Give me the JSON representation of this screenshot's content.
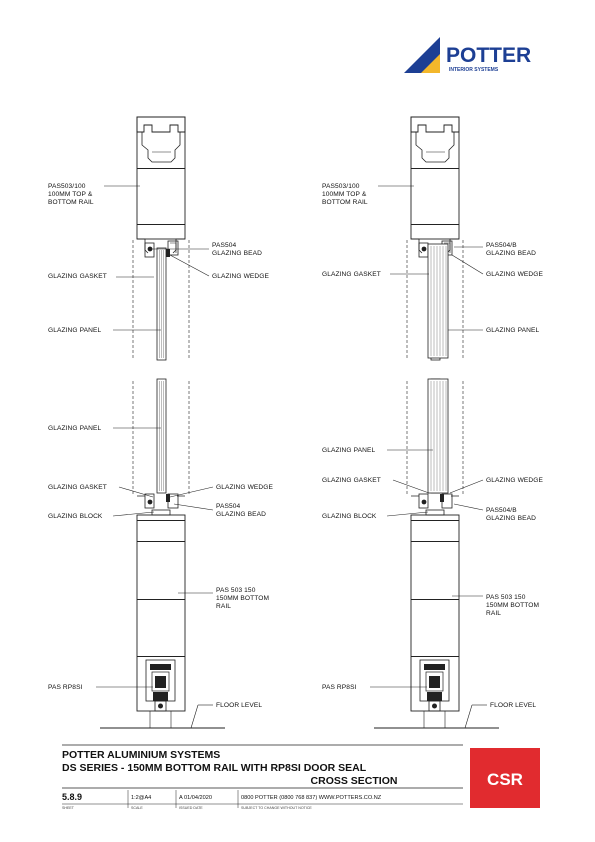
{
  "logo": {
    "word": "POTTER",
    "sub": "INTERIOR SYSTEMS"
  },
  "left": {
    "top_rail": [
      "PAS503/100",
      "100MM TOP &",
      "BOTTOM RAIL"
    ],
    "bead_top": [
      "PAS504",
      "GLAZING BEAD"
    ],
    "gasket_top": "GLAZING GASKET",
    "wedge_top": "GLAZING WEDGE",
    "panel_top": "GLAZING PANEL",
    "panel_bottom": "GLAZING PANEL",
    "gasket_bottom": "GLAZING GASKET",
    "wedge_bottom": "GLAZING WEDGE",
    "block": "GLAZING BLOCK",
    "bead_bottom": [
      "PAS504",
      "GLAZING BEAD"
    ],
    "bottom_rail": [
      "PAS 503 150",
      "150MM BOTTOM",
      "RAIL"
    ],
    "seal": "PAS RP8SI",
    "floor": "FLOOR LEVEL"
  },
  "right": {
    "top_rail": [
      "PAS503/100",
      "100MM TOP &",
      "BOTTOM RAIL"
    ],
    "bead_top": [
      "PAS504/B",
      "GLAZING BEAD"
    ],
    "gasket_top": "GLAZING GASKET",
    "wedge_top": "GLAZING WEDGE",
    "panel_top": "GLAZING PANEL",
    "panel_bottom": "GLAZING PANEL",
    "gasket_bottom": "GLAZING GASKET",
    "wedge_bottom": "GLAZING WEDGE",
    "block": "GLAZING BLOCK",
    "bead_bottom": [
      "PAS504/B",
      "GLAZING BEAD"
    ],
    "bottom_rail": [
      "PAS 503 150",
      "150MM BOTTOM",
      "RAIL"
    ],
    "seal": "PAS RP8SI",
    "floor": "FLOOR LEVEL"
  },
  "title_block": {
    "company": "POTTER ALUMINIUM SYSTEMS",
    "title": "DS SERIES - 150MM BOTTOM RAIL WITH RP8SI DOOR SEAL",
    "subtitle": "CROSS SECTION",
    "sheet": "5.8.9",
    "sheet_label": "SHEET",
    "scale": "1:2@A4",
    "scale_label": "SCALE",
    "issue": "A 01/04/2020",
    "issue_label": "ISSUED DATE",
    "contact": "0800 POTTER (0800 768 837) WWW.POTTERS.CO.NZ",
    "disclaimer": "SUBJECT TO CHANGE WITHOUT NOTICE",
    "brand": "CSR"
  },
  "colors": {
    "brand_blue": "#1d3f94",
    "brand_yellow": "#f3b72b",
    "csr_red": "#e12b2f"
  }
}
